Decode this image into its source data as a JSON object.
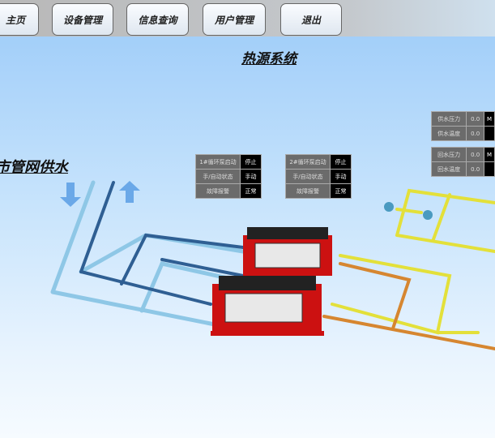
{
  "nav": [
    "主页",
    "设备管理",
    "信息查询",
    "用户管理",
    "退出"
  ],
  "title": "热源系统",
  "supply_label": "市管网供水",
  "pumps": [
    {
      "rows": [
        [
          "1#循环泵启动",
          "停止"
        ],
        [
          "手/自动状态",
          "手动"
        ],
        [
          "故障报警",
          "正常"
        ]
      ]
    },
    {
      "rows": [
        [
          "2#循环泵启动",
          "停止"
        ],
        [
          "手/自动状态",
          "手动"
        ],
        [
          "故障报警",
          "正常"
        ]
      ]
    }
  ],
  "sensors": {
    "supply": [
      [
        "供水压力",
        "0.0",
        "M"
      ],
      [
        "供水温度",
        "0.0",
        ""
      ]
    ],
    "return": [
      [
        "回水压力",
        "0.0",
        "M"
      ],
      [
        "回水温度",
        "0.0",
        ""
      ]
    ]
  },
  "colors": {
    "supply_pipe": "#8ec7e6",
    "return_pipe": "#2f5f93",
    "hot_pipe": "#e3e03a",
    "orange_pipe": "#d68630",
    "pump_frame": "#cc1111"
  }
}
